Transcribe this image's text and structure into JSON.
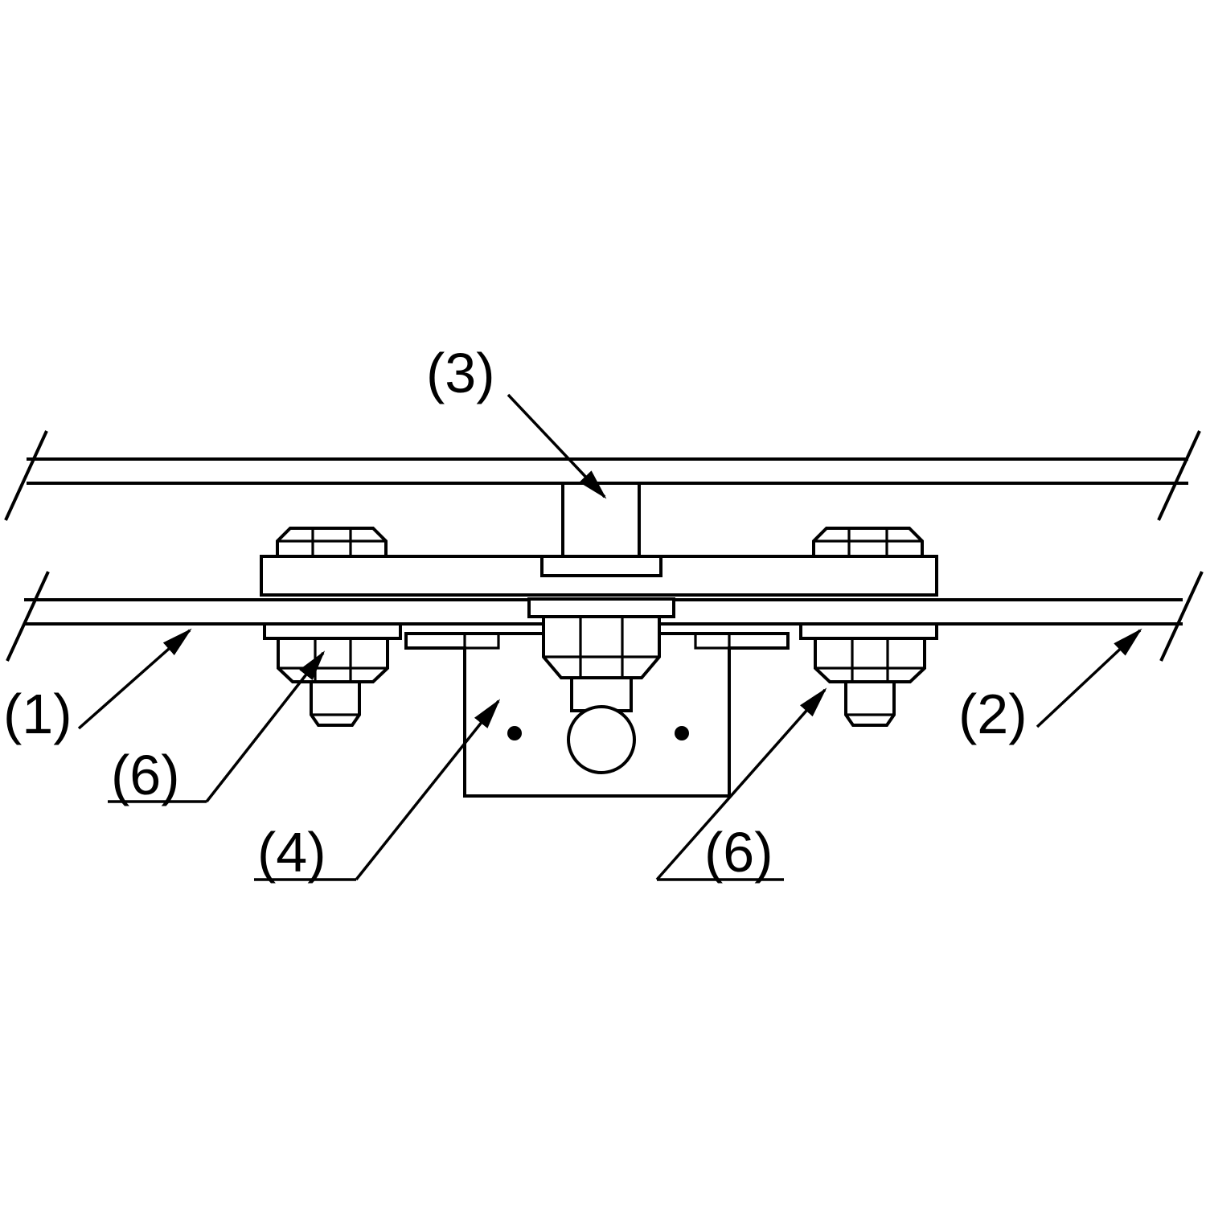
{
  "diagram": {
    "type": "technical-line-drawing",
    "background_color": "#ffffff",
    "line_color": "#000000",
    "callouts": [
      {
        "text": "(1)"
      },
      {
        "text": "(2)"
      },
      {
        "text": "(3)"
      },
      {
        "text": "(4)"
      },
      {
        "text": "(6)"
      },
      {
        "text": "(6)"
      }
    ]
  }
}
